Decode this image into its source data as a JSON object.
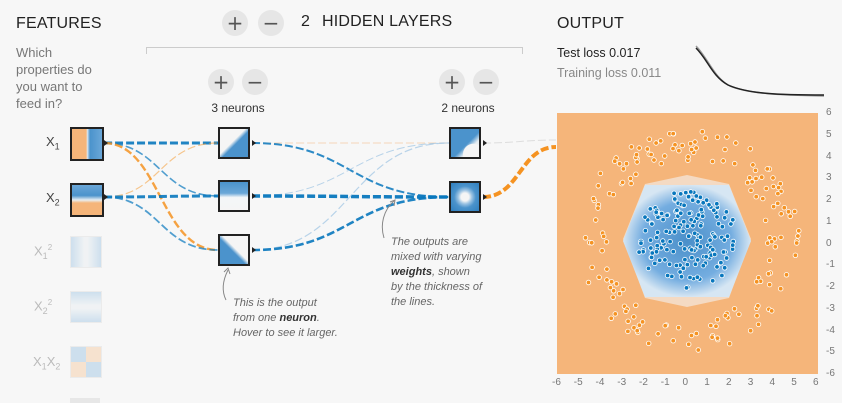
{
  "features": {
    "title": "FEATURES",
    "question": "Which properties do you want to feed in?",
    "items": [
      {
        "label": "X",
        "sub": "1",
        "sup": "",
        "active": true
      },
      {
        "label": "X",
        "sub": "2",
        "sup": "",
        "active": true
      },
      {
        "label": "X",
        "sub": "1",
        "sup": "2",
        "active": false
      },
      {
        "label": "X",
        "sub": "2",
        "sup": "2",
        "active": false
      },
      {
        "label": "X",
        "sub": "1",
        "extra": "X",
        "sub2": "2",
        "active": false
      }
    ]
  },
  "layers": {
    "add_symbol": "+",
    "remove_symbol": "−",
    "count": "2",
    "title": "HIDDEN LAYERS",
    "columns": [
      {
        "neurons_label": "3 neurons"
      },
      {
        "neurons_label": "2 neurons"
      }
    ]
  },
  "annotations": {
    "neuron_note": [
      "This is the output",
      "from one ",
      "neuron",
      ". Hover to see it larger."
    ],
    "weights_note": [
      "The outputs are",
      "mixed with varying",
      "weights",
      ", shown",
      "by the thickness of",
      "the lines."
    ]
  },
  "output": {
    "title": "OUTPUT",
    "test_loss_label": "Test loss",
    "test_loss_value": "0.017",
    "training_loss_label": "Training loss",
    "training_loss_value": "0.011",
    "y_ticks": [
      "6",
      "5",
      "4",
      "3",
      "2",
      "1",
      "0",
      "-1",
      "-2",
      "-3",
      "-4",
      "-5",
      "-6"
    ],
    "x_ticks": [
      "-6",
      "-5",
      "-4",
      "-3",
      "-2",
      "-1",
      "0",
      "1",
      "2",
      "3",
      "4",
      "5",
      "6"
    ]
  },
  "colors": {
    "orange": "#f59322",
    "blue": "#0877bd",
    "plot_orange": "#f5b57a"
  }
}
